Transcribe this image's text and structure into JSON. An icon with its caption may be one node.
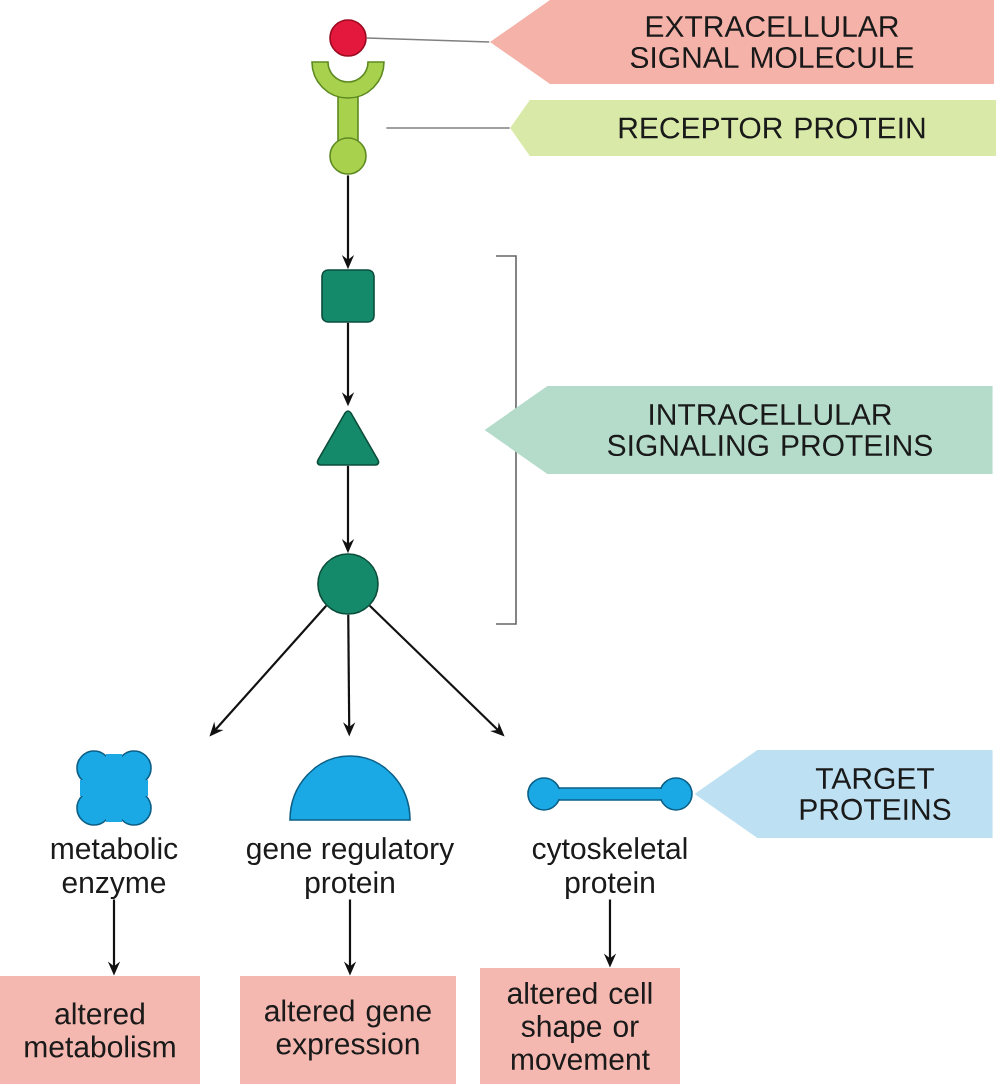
{
  "diagram": {
    "nodes": [
      {
        "text": [],
        "shape": "circle"
      },
      {
        "text": [],
        "shape": "picture"
      },
      {
        "text": [
          "EXTRACELLULAR SIGNAL MOLECULE"
        ]
      },
      {
        "text": [
          "RECEPTOR PROTEIN"
        ]
      },
      {
        "text": [],
        "shape": "box"
      },
      {
        "text": [],
        "shape": "triangle"
      },
      {
        "text": [],
        "shape": "circle"
      },
      {
        "text": [
          "INTRACELLULAR SIGNALING PROTEINS"
        ]
      },
      {
        "text": [
          "metabolic enzyme"
        ]
      },
      {
        "text": [
          "gene regulatory protein"
        ]
      },
      {
        "text": [
          "cytoskeletal protein"
        ]
      },
      {
        "text": [
          "TARGET PROTEINS"
        ]
      },
      {
        "text": [
          "altered metabolism"
        ]
      },
      {
        "text": [
          "altered gene expression"
        ]
      },
      {
        "text": [
          "altered cell shape or movement"
        ]
      }
    ],
    "edges": [
      {
        "from": 2,
        "to": 0,
        "arrow": "none",
        "color": "#808080"
      },
      {
        "from": 3,
        "to": 1,
        "arrow": "none",
        "color": "#808080"
      },
      {
        "from": 1,
        "to": 4,
        "arrow": "to"
      },
      {
        "from": 4,
        "to": 5,
        "arrow": "to"
      },
      {
        "from": 5,
        "to": 6,
        "arrow": "to"
      },
      {
        "from": 6,
        "to": 8,
        "arrow": "to"
      },
      {
        "from": 6,
        "to": 9,
        "arrow": "to"
      },
      {
        "from": 6,
        "to": 10,
        "arrow": "to"
      },
      {
        "from": 8,
        "to": 12,
        "arrow": "to"
      },
      {
        "from": 9,
        "to": 13,
        "arrow": "to"
      },
      {
        "from": 10,
        "to": 14,
        "arrow": "to"
      }
    ]
  }
}
